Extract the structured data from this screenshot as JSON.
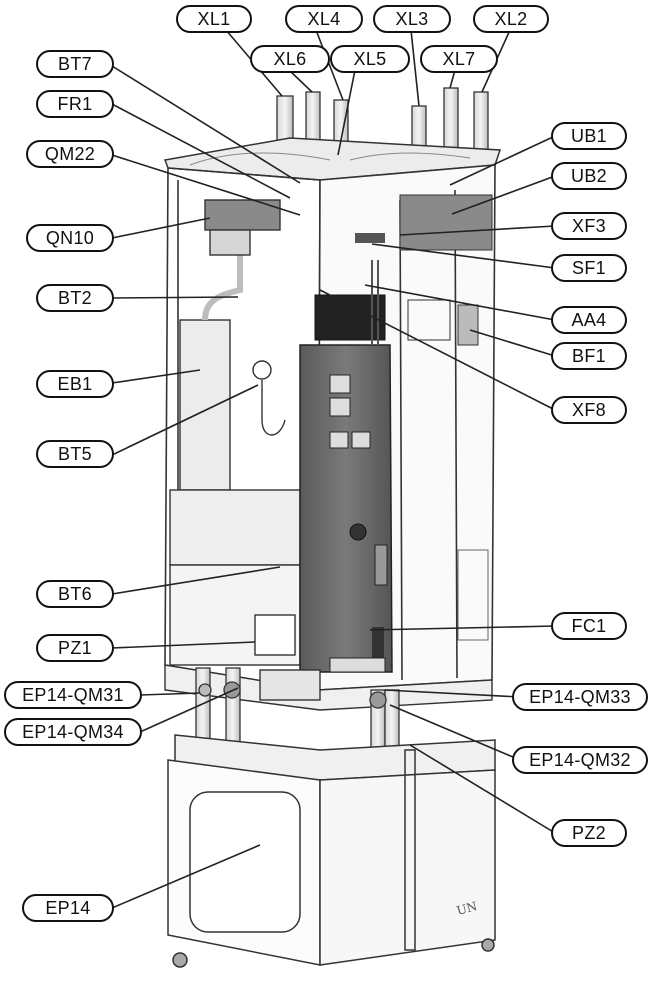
{
  "labels": {
    "xl1": "XL1",
    "xl4": "XL4",
    "xl3": "XL3",
    "xl2": "XL2",
    "xl6": "XL6",
    "xl5": "XL5",
    "xl7": "XL7",
    "bt7": "BT7",
    "fr1": "FR1",
    "qm22": "QM22",
    "qn10": "QN10",
    "bt2": "BT2",
    "eb1": "EB1",
    "bt5": "BT5",
    "bt6": "BT6",
    "pz1": "PZ1",
    "ep14_qm31": "EP14-QM31",
    "ep14_qm34": "EP14-QM34",
    "ep14": "EP14",
    "ub1": "UB1",
    "ub2": "UB2",
    "xf3": "XF3",
    "sf1": "SF1",
    "aa4": "AA4",
    "bf1": "BF1",
    "xf8": "XF8",
    "fc1": "FC1",
    "ep14_qm33": "EP14-QM33",
    "ep14_qm32": "EP14-QM32",
    "pz2": "PZ2"
  },
  "unit_markings": {
    "un_text": "UN"
  }
}
